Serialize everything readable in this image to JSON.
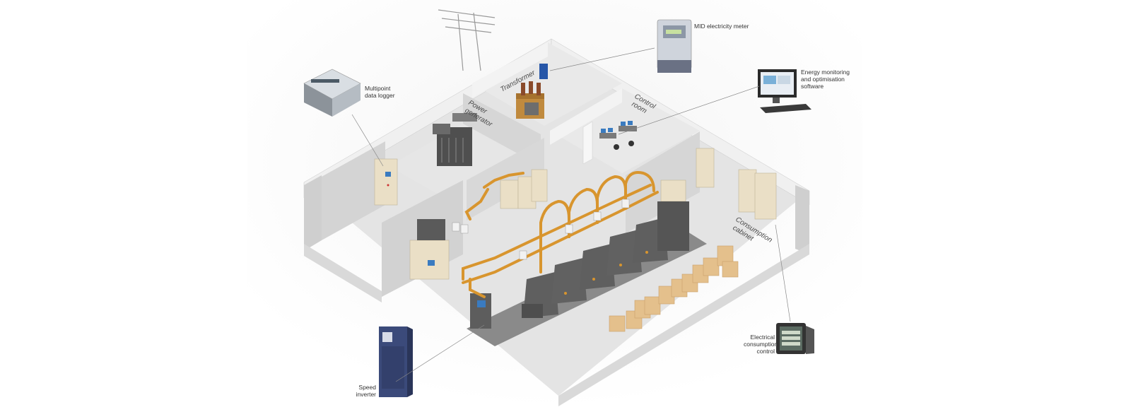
{
  "callouts": {
    "mid_meter": [
      "MID electricity meter"
    ],
    "energy_software": [
      "Energy monitoring",
      "and optimisation",
      "software"
    ],
    "data_logger": [
      "Multipoint",
      "data logger"
    ],
    "consumption_control": [
      "Electrical",
      "consumption",
      "control"
    ],
    "speed_inverter": [
      "Speed",
      "inverter"
    ]
  },
  "rooms": {
    "transformer": "Transformer",
    "power_generator": [
      "Power",
      "generator"
    ],
    "control_room": [
      "Control",
      "room"
    ],
    "consumption_cabinet": [
      "Consumption",
      "cabinet"
    ]
  },
  "colors": {
    "floor": "#e2e2e2",
    "wall": "#d2d2d2",
    "wall_top": "#f1f1f1",
    "cabinet": "#eadfc6",
    "pipe": "#d8952e",
    "machine": "#5f5f5f",
    "box": "#e4c08c",
    "leader": "#888888"
  }
}
